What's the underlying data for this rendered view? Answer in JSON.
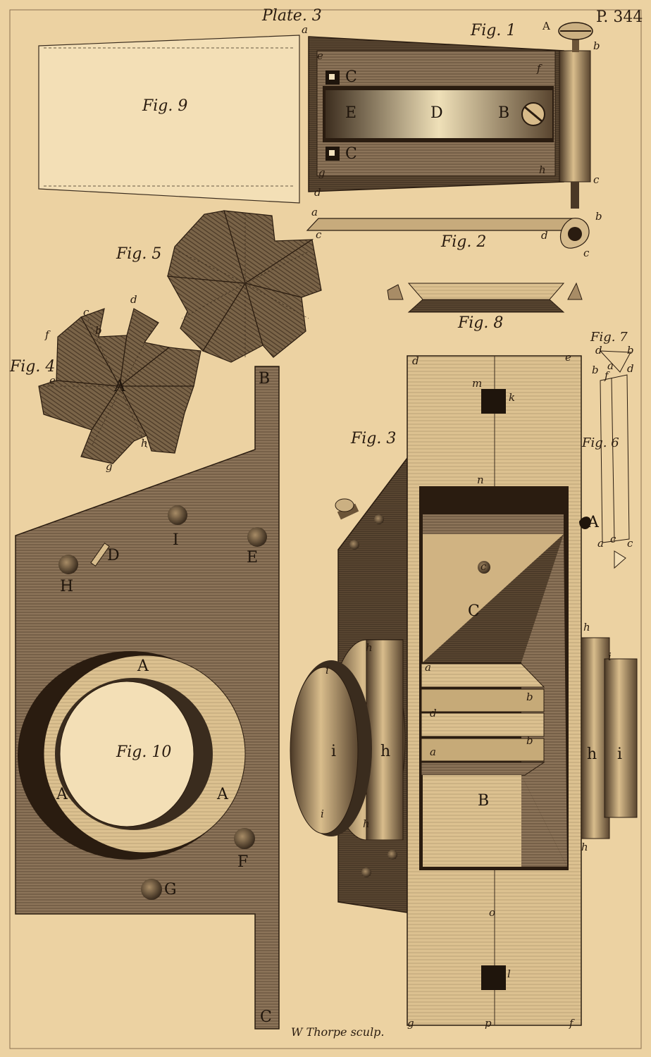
{
  "plate_title": "Plate. 3",
  "page_ref": "P. 344",
  "engraver_signature": "W Thorpe sculp.",
  "figures": {
    "fig1": {
      "caption": "Fig. 1",
      "letters": {
        "A": "A",
        "a": "a",
        "b": "b",
        "c": "c",
        "d": "d",
        "e": "e",
        "f": "f",
        "g": "g",
        "h": "h",
        "C1": "C",
        "C2": "C",
        "E": "E",
        "D": "D",
        "B": "B"
      }
    },
    "fig2": {
      "caption": "Fig. 2",
      "letters": {
        "a": "a",
        "b": "b",
        "c": "c",
        "d": "d",
        "e": "c"
      }
    },
    "fig3": {
      "caption": "Fig. 3",
      "letters": {
        "d": "d",
        "e": "e",
        "m": "m",
        "k": "k",
        "n": "n",
        "A": "A",
        "c": "c",
        "C": "C",
        "B": "B",
        "a1": "a",
        "b1": "b",
        "d2": "d",
        "b2": "b",
        "a2": "a",
        "h1": "h",
        "h2": "h",
        "h3": "h",
        "h4": "h",
        "h5": "h",
        "h6": "h",
        "i1": "i",
        "i2": "i",
        "i3": "i",
        "i4": "i",
        "i5": "i",
        "o": "o",
        "l": "l",
        "g": "g",
        "p": "p",
        "f": "f"
      }
    },
    "fig4": {
      "caption": "Fig. 4",
      "letters": {
        "A": "A",
        "b": "b",
        "c": "c",
        "d": "d",
        "e": "e",
        "f": "f",
        "g": "g",
        "h": "h"
      }
    },
    "fig5": {
      "caption": "Fig. 5"
    },
    "fig6": {
      "caption": "Fig. 6",
      "letters": {
        "a": "a",
        "c1": "c",
        "c2": "c",
        "A": "A"
      }
    },
    "fig7": {
      "caption": "Fig. 7",
      "letters": {
        "d1": "d",
        "b1": "b",
        "b2": "b",
        "a": "a",
        "f": "f",
        "d2": "d"
      }
    },
    "fig8": {
      "caption": "Fig. 8"
    },
    "fig9": {
      "caption": "Fig. 9"
    },
    "fig10": {
      "caption": "Fig. 10",
      "letters": {
        "B": "B",
        "C": "C",
        "D": "D",
        "E": "E",
        "F": "F",
        "G": "G",
        "H": "H",
        "I": "I",
        "A1": "A",
        "A2": "A",
        "A3": "A"
      }
    }
  },
  "colors": {
    "paper": "#ecd2a2",
    "ink": "#2a1c10",
    "plate_metal": "#7d6650",
    "wood_dark": "#5e4a34",
    "wood_light": "#c9ad7d"
  }
}
